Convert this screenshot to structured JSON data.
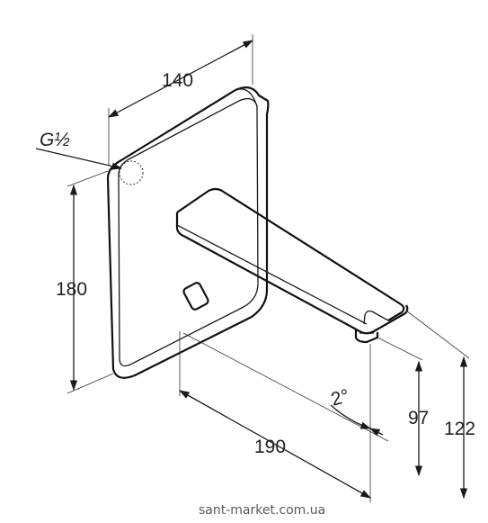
{
  "drawing": {
    "dimensions": {
      "width": "140",
      "height": "180",
      "thread": "G½",
      "spout_length": "190",
      "outlet_height": "97",
      "total_height": "122",
      "angle": "2°"
    },
    "watermark": "sant-market.com.ua"
  },
  "colors": {
    "line": "#1a1a1a",
    "text": "#222222",
    "watermark": "#5a5a5a",
    "background": "#ffffff"
  }
}
